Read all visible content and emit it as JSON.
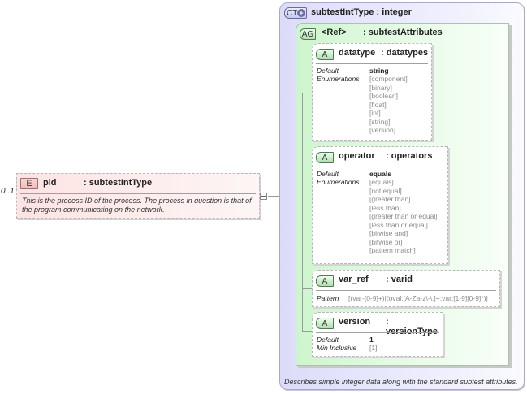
{
  "element": {
    "badge": "E",
    "occurrence": "0..1",
    "name": "pid",
    "type": ": subtestIntType",
    "documentation": "This is the process ID of the process.  The process in question is that of the program communicating on the network."
  },
  "complex_type": {
    "badge": "CT",
    "title": "subtestIntType : integer",
    "documentation": "Describes simple integer data along with the standard subtest attributes.",
    "attribute_group": {
      "badge": "AG",
      "ref": "<Ref>",
      "name": ": subtestAttributes",
      "attributes": [
        {
          "badge": "A",
          "name": "datatype",
          "type": ": datatypes",
          "props": [
            {
              "label": "Default",
              "value": "string"
            },
            {
              "label": "Enumerations",
              "values": [
                "[component]",
                "[binary]",
                "[boolean]",
                "[float]",
                "[int]",
                "[string]",
                "[version]"
              ]
            }
          ]
        },
        {
          "badge": "A",
          "name": "operator",
          "type": ": operators",
          "props": [
            {
              "label": "Default",
              "value": "equals"
            },
            {
              "label": "Enumerations",
              "values": [
                "[equals]",
                "[not equal]",
                "[greater than]",
                "[less than]",
                "[greater than or equal]",
                "[less than or equal]",
                "[bitwise and]",
                "[bitwise or]",
                "[pattern match]"
              ]
            }
          ]
        },
        {
          "badge": "A",
          "name": "var_ref",
          "type": ": varid",
          "props": [
            {
              "label": "Pattern",
              "value": "[(var-[0-9]+)|(oval:[A-Za-z\\-\\.]+:var:[1-9][0-9]*)]"
            }
          ]
        },
        {
          "badge": "A",
          "name": "version",
          "type": ": versionType",
          "props": [
            {
              "label": "Default",
              "value": "1"
            },
            {
              "label": "Min Inclusive",
              "value": "[1]"
            }
          ]
        }
      ]
    }
  }
}
